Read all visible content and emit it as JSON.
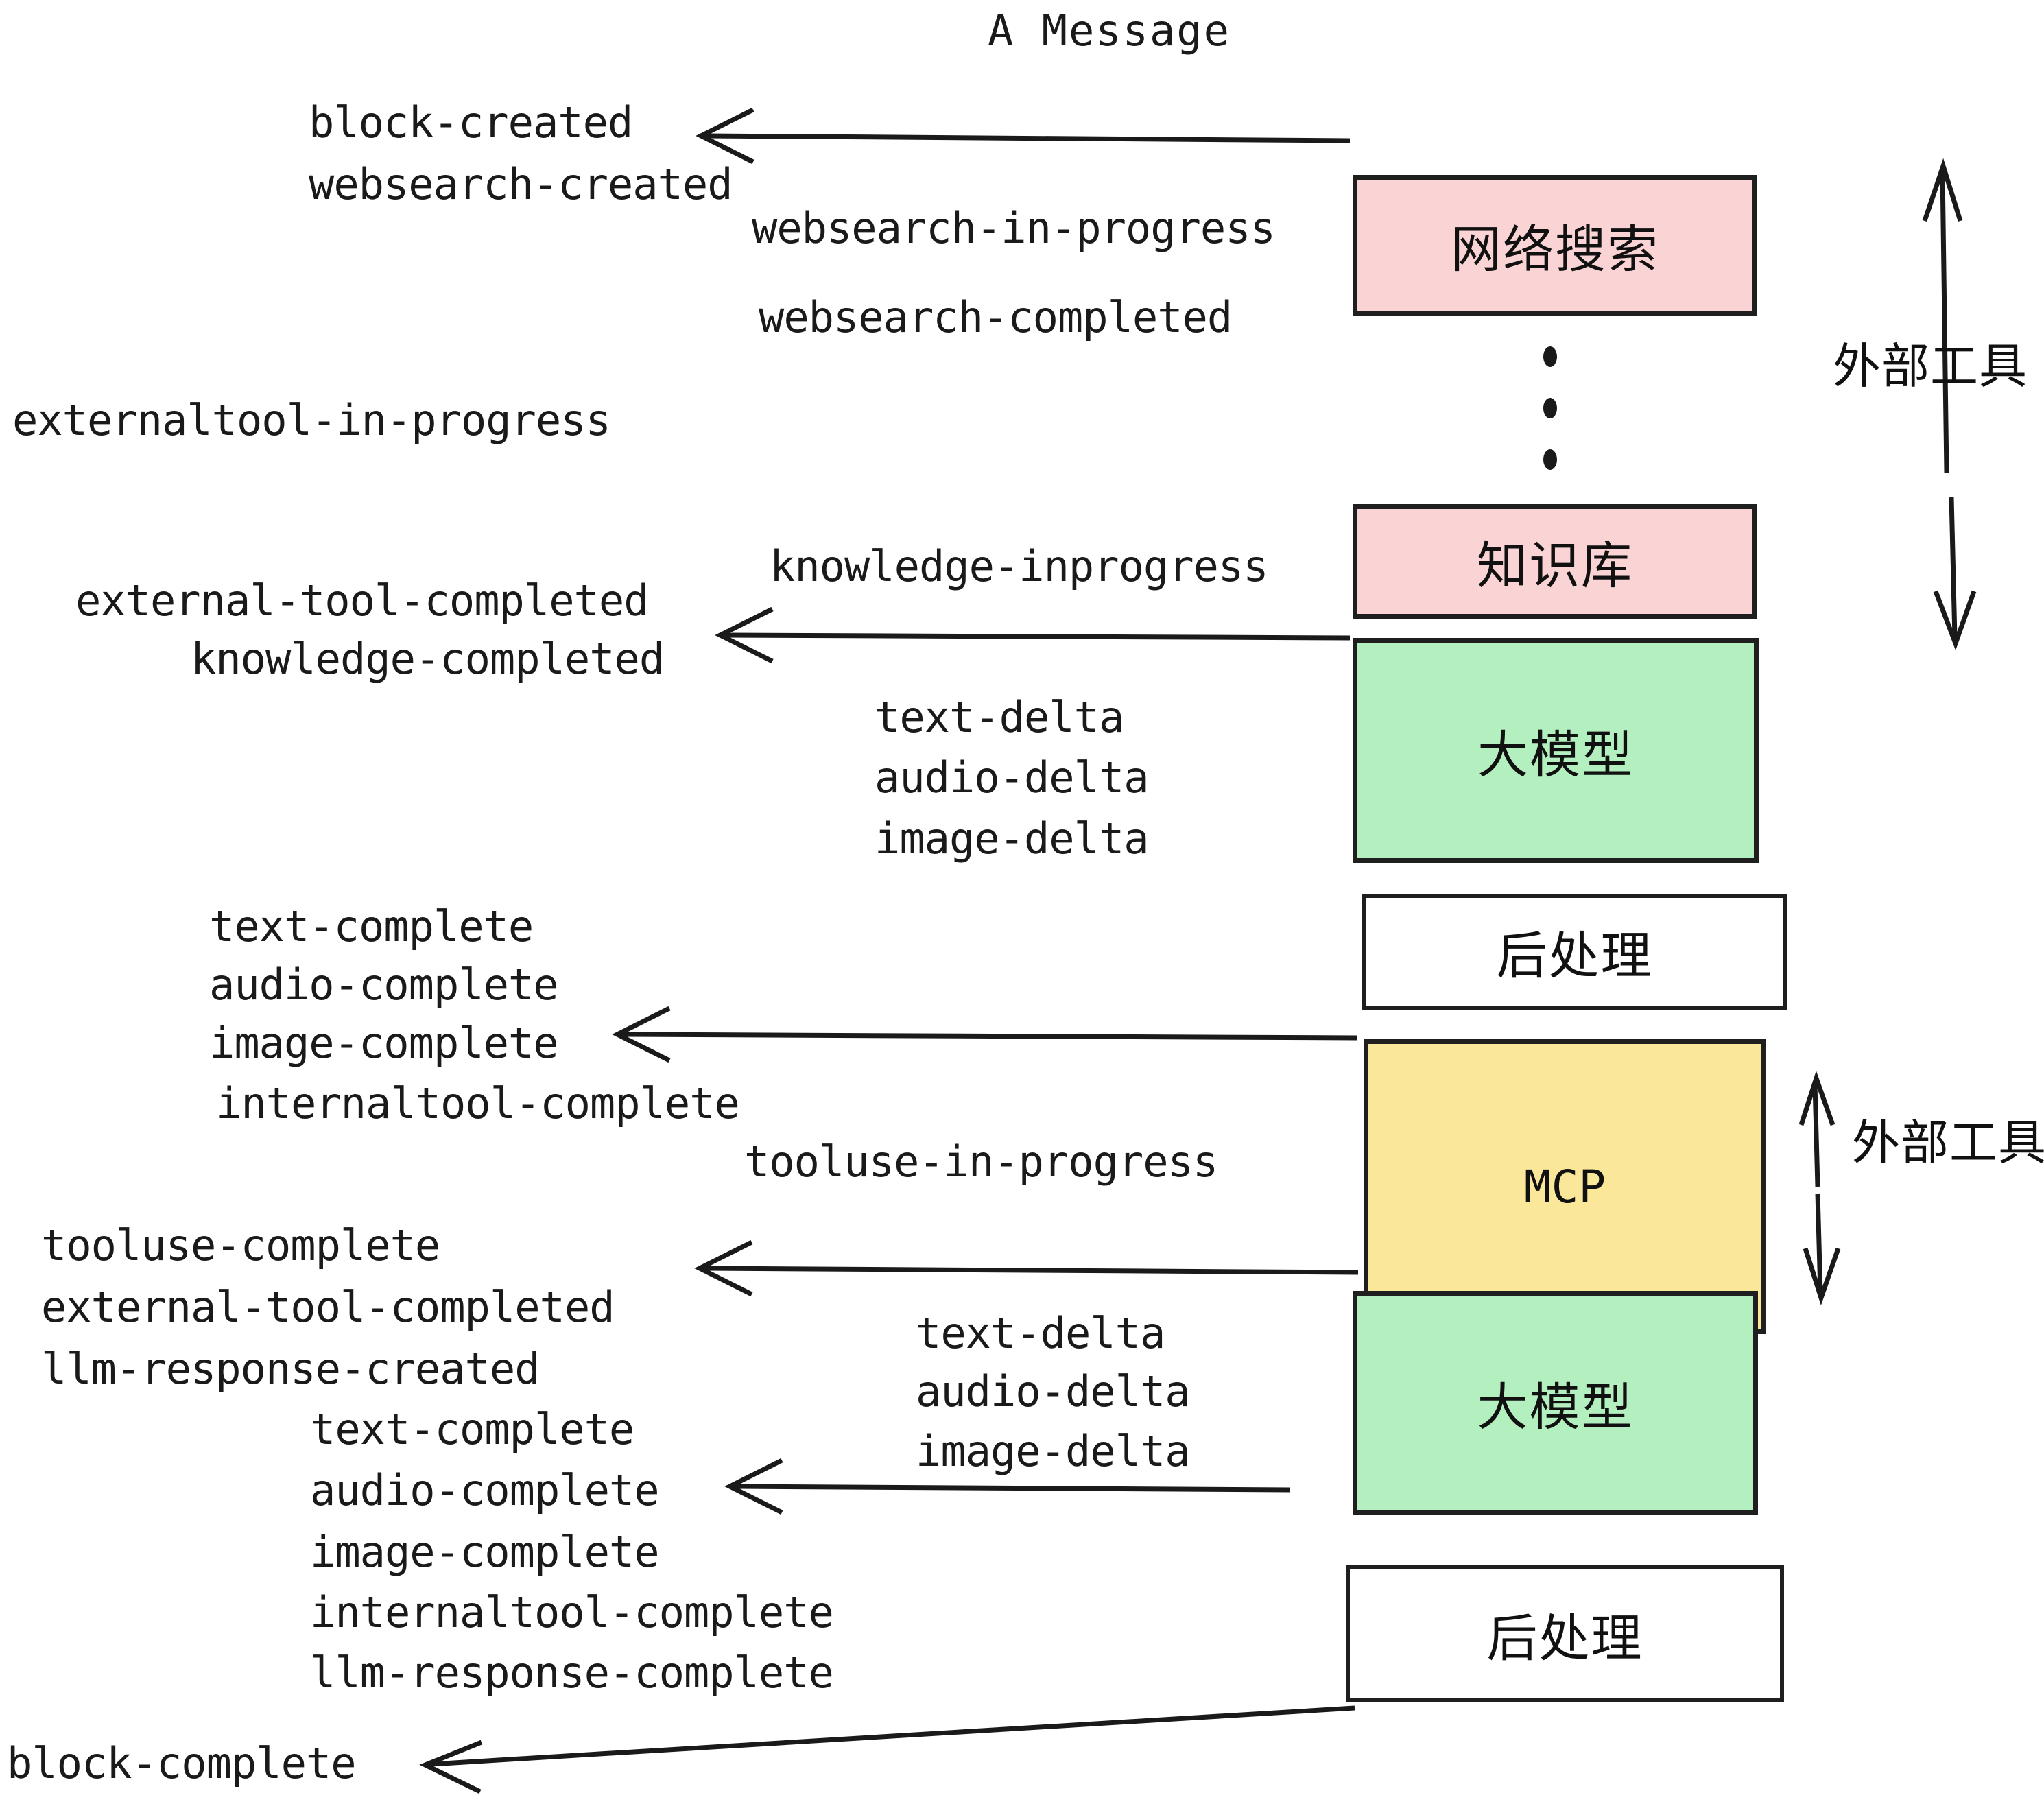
{
  "title": "A Message",
  "colors": {
    "pink": "#fad4d4",
    "green": "#b4f0bf",
    "yellow": "#fbe79a",
    "white": "#ffffff",
    "stroke": "#1f1f1f",
    "text": "#1a1a1a"
  },
  "boxes": [
    {
      "id": "websearch",
      "label": "网络搜索",
      "fill": "pink"
    },
    {
      "id": "knowledge",
      "label": "知识库",
      "fill": "pink"
    },
    {
      "id": "llm-1",
      "label": "大模型",
      "fill": "green"
    },
    {
      "id": "postprocess-1",
      "label": "后处理",
      "fill": "white"
    },
    {
      "id": "mcp",
      "label": "MCP",
      "fill": "yellow"
    },
    {
      "id": "llm-2",
      "label": "大模型",
      "fill": "green"
    },
    {
      "id": "postprocess-2",
      "label": "后处理",
      "fill": "white"
    }
  ],
  "side_labels": [
    {
      "id": "external-tools-top",
      "label": "外部工具"
    },
    {
      "id": "external-tools-bottom",
      "label": "外部工具"
    }
  ],
  "events": [
    {
      "id": "block-created",
      "label": "block-created"
    },
    {
      "id": "websearch-created",
      "label": "websearch-created"
    },
    {
      "id": "websearch-in-progress",
      "label": "websearch-in-progress"
    },
    {
      "id": "websearch-completed",
      "label": "websearch-completed"
    },
    {
      "id": "externaltool-in-progress",
      "label": "externaltool-in-progress"
    },
    {
      "id": "knowledge-inprogress",
      "label": "knowledge-inprogress"
    },
    {
      "id": "external-tool-completed-1",
      "label": "external-tool-completed"
    },
    {
      "id": "knowledge-completed",
      "label": "knowledge-completed"
    },
    {
      "id": "text-delta-1",
      "label": "text-delta"
    },
    {
      "id": "audio-delta-1",
      "label": "audio-delta"
    },
    {
      "id": "image-delta-1",
      "label": "image-delta"
    },
    {
      "id": "text-complete-1",
      "label": "text-complete"
    },
    {
      "id": "audio-complete-1",
      "label": "audio-complete"
    },
    {
      "id": "image-complete-1",
      "label": "image-complete"
    },
    {
      "id": "internaltool-complete-1",
      "label": "internaltool-complete"
    },
    {
      "id": "tooluse-in-progress",
      "label": "tooluse-in-progress"
    },
    {
      "id": "tooluse-complete",
      "label": "tooluse-complete"
    },
    {
      "id": "external-tool-completed-2",
      "label": "external-tool-completed"
    },
    {
      "id": "llm-response-created",
      "label": "llm-response-created"
    },
    {
      "id": "text-delta-2",
      "label": "text-delta"
    },
    {
      "id": "audio-delta-2",
      "label": "audio-delta"
    },
    {
      "id": "image-delta-2",
      "label": "image-delta"
    },
    {
      "id": "text-complete-2",
      "label": "text-complete"
    },
    {
      "id": "audio-complete-2",
      "label": "audio-complete"
    },
    {
      "id": "image-complete-2",
      "label": "image-complete"
    },
    {
      "id": "internaltool-complete-2",
      "label": "internaltool-complete"
    },
    {
      "id": "llm-response-complete",
      "label": "llm-response-complete"
    },
    {
      "id": "block-complete",
      "label": "block-complete"
    }
  ]
}
